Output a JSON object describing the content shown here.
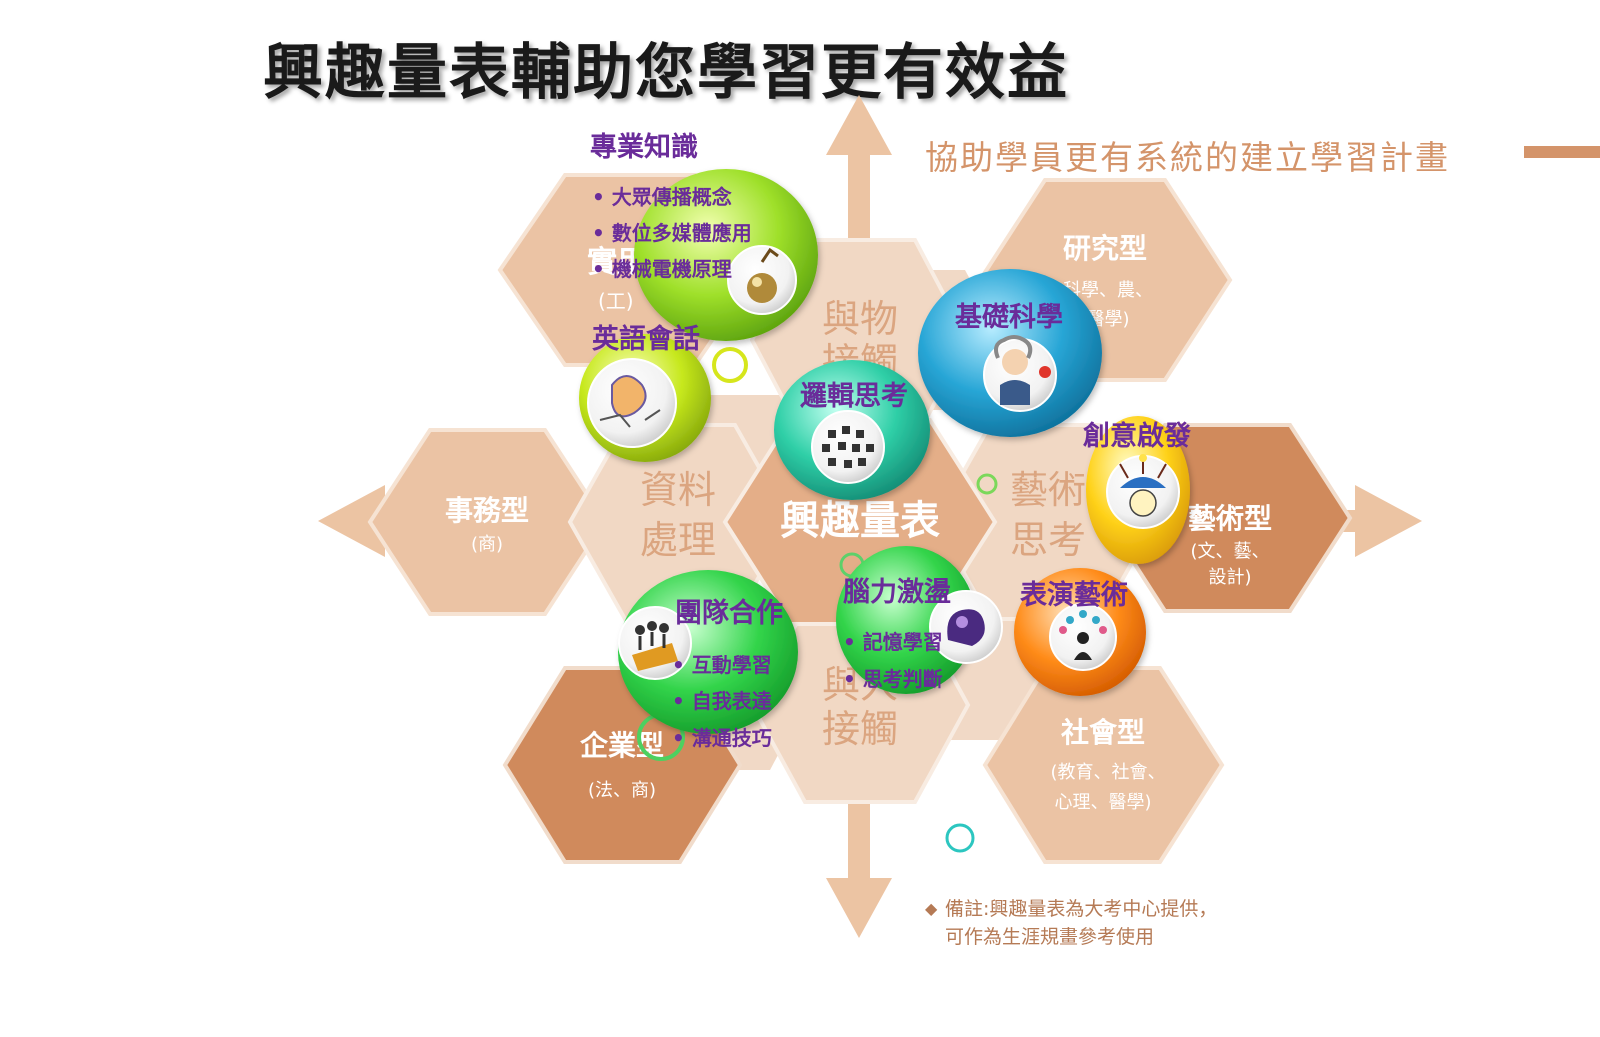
{
  "title": "興趣量表輔助您學習更有效益",
  "subtitle": "協助學員更有系統的建立學習計畫",
  "center": "興趣量表",
  "hex_types": {
    "practical": {
      "name": "實用",
      "sub": "(工)"
    },
    "research": {
      "name": "研究型",
      "sub1": "科學、農、",
      "sub2": "醫學)"
    },
    "affairs": {
      "name": "事務型",
      "sub": "(商)"
    },
    "art": {
      "name": "藝術型",
      "sub1": "(文、藝、",
      "sub2": "設計)"
    },
    "enterprise": {
      "name": "企業型",
      "sub": "(法、商)"
    },
    "social": {
      "name": "社會型",
      "sub1": "(教育、社會、",
      "sub2": "心理、醫學)"
    }
  },
  "inner_hexes": {
    "things": [
      "與物",
      "接觸"
    ],
    "data": [
      "資料",
      "處理"
    ],
    "art_thinking": [
      "藝術",
      "思考"
    ],
    "people": [
      "與人",
      "接觸"
    ]
  },
  "bubbles": {
    "professional": {
      "title": "專業知識",
      "items": [
        "大眾傳播概念",
        "數位多媒體應用",
        "機械電機原理"
      ]
    },
    "english": {
      "title": "英語會話"
    },
    "science": {
      "title": "基礎科學"
    },
    "logic": {
      "title": "邏輯思考"
    },
    "creative": {
      "title": "創意啟發"
    },
    "teamwork": {
      "title": "團隊合作",
      "items": [
        "互動學習",
        "自我表達",
        "溝通技巧"
      ]
    },
    "brainstorm": {
      "title": "腦力激盪",
      "items": [
        "記憶學習",
        "思考判斷"
      ]
    },
    "performing": {
      "title": "表演藝術"
    }
  },
  "note": {
    "line1": "備註:興趣量表為大考中心提供，",
    "line2": "可作為生涯規畫參考使用"
  },
  "colors": {
    "outer_hex": "#ebc3a4",
    "dark_hex": "#d08a5c",
    "light_hex": "#f1d8c4",
    "center_hex": "#e4ae88",
    "bubble_text": "#6a2c9a",
    "note_text": "#b57a55"
  },
  "icons": [
    "up-arrow-icon",
    "down-arrow-icon",
    "left-arrow-icon",
    "right-arrow-icon"
  ]
}
